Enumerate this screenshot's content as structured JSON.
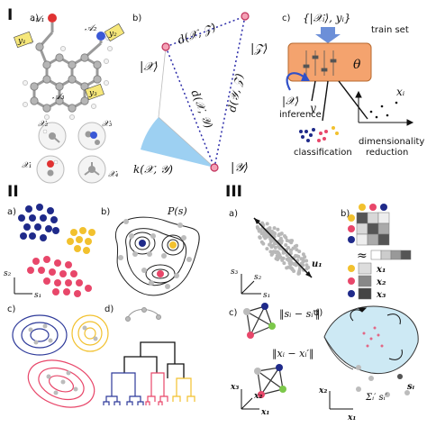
{
  "sections": {
    "one": "I",
    "two": "II",
    "three": "III"
  },
  "section1": {
    "panel_a": {
      "label": "a)",
      "atoms": [
        "𝒜₁",
        "𝒜₂",
        "𝒜₃"
      ],
      "tags": [
        "y₁",
        "y₂",
        "y₃"
      ],
      "envs": [
        "𝒳₁",
        "𝒳₂",
        "𝒳₃",
        "𝒳₄"
      ]
    },
    "panel_b": {
      "label": "b)",
      "ket_x": "|𝒳⟩",
      "ket_y": "|𝒴⟩",
      "ket_z": "|𝒵⟩",
      "d_xz": "d(𝒳, 𝒵)",
      "d_xy": "d(𝒳, 𝒴)",
      "d_yz": "d(𝒴, 𝒵)",
      "kernel": "k(𝒳, 𝒴)"
    },
    "panel_c": {
      "label": "c)",
      "train_set_math": "{|𝒳ᵢ⟩, yᵢ}",
      "train_set": "train set",
      "theta": "θ",
      "ket_x": "|𝒳⟩",
      "y": "y",
      "inference": "inference",
      "classification": "classification",
      "dimred_line1": "dimensionality",
      "dimred_line2": "reduction",
      "xi": "xᵢ"
    }
  },
  "section2": {
    "panel_a": {
      "label": "a)",
      "s1": "s₁",
      "s2": "s₂"
    },
    "panel_b": {
      "label": "b)",
      "ps": "P(s)"
    },
    "panel_c": {
      "label": "c)"
    },
    "panel_d": {
      "label": "d)"
    }
  },
  "section3": {
    "panel_a": {
      "label": "a)",
      "u1": "u₁",
      "s1": "s₁",
      "s2": "s₂",
      "s3": "s₃"
    },
    "panel_b": {
      "label": "b)",
      "approx": "≈",
      "x1": "x₁",
      "x2": "x₂",
      "x3": "x₃"
    },
    "panel_c": {
      "label": "c)",
      "norm_s": "‖sᵢ − sᵢ′‖",
      "norm_x": "‖xᵢ − xᵢ′‖",
      "x1": "x₁",
      "x2": "x₂",
      "x3": "x₃"
    },
    "panel_d": {
      "label": "d)",
      "si": "sᵢ",
      "sum": "Σᵢ′ sᵢ′",
      "x1": "x₁",
      "x2": "x₂"
    }
  },
  "colors": {
    "navy": "#1f2a8a",
    "gold": "#f2c12e",
    "pink": "#e8476a",
    "blue_circle": "#2e3a9a",
    "orange_box": "#f4a36e",
    "kernel_wedge": "#8cc8f0",
    "gray": "#9a9a9a"
  }
}
